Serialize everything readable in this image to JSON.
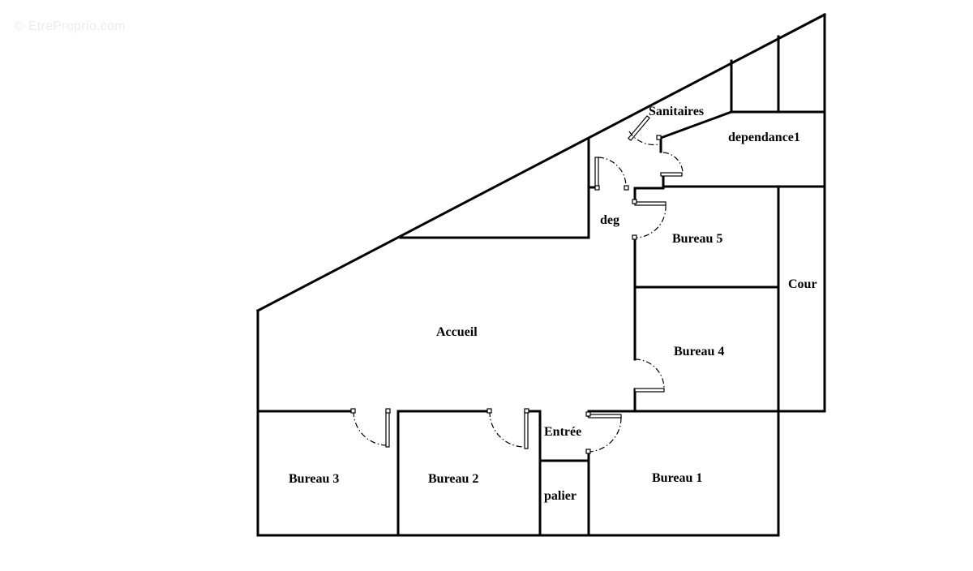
{
  "watermark": "© EtreProprio.com",
  "rooms": {
    "sanitaires": "Sanitaires",
    "dependance1": "dependance1",
    "deg": "deg",
    "bureau5": "Bureau 5",
    "cour": "Cour",
    "accueil": "Accueil",
    "bureau4": "Bureau 4",
    "entree": "Entrée",
    "bureau3": "Bureau 3",
    "bureau2": "Bureau 2",
    "palier": "palier",
    "bureau1": "Bureau 1"
  }
}
